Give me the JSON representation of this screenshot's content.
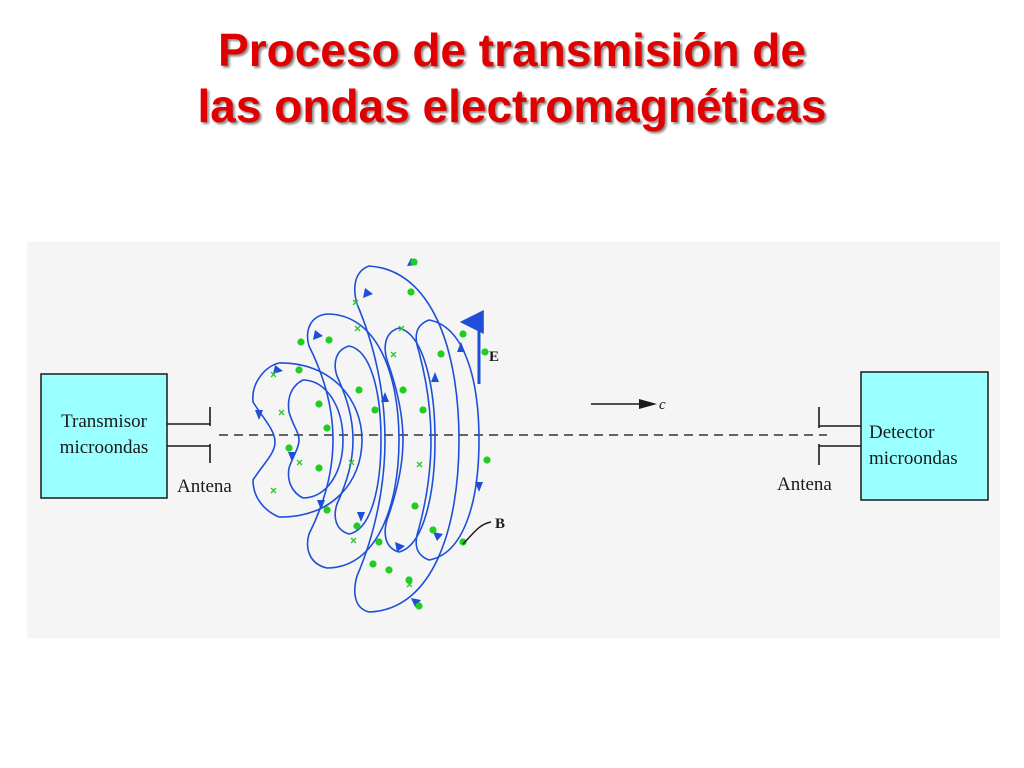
{
  "title": {
    "line1": "Proceso de transmisión de",
    "line2": "las ondas electromagnéticas"
  },
  "diagram": {
    "transmitter": {
      "line1": "Transmisor",
      "line2": "microondas"
    },
    "detector": {
      "line1": "Detector",
      "line2": "microondas"
    },
    "antenna_left": "Antena",
    "antenna_right": "Antena",
    "e_field_label": "E",
    "b_field_label": "B",
    "speed_label": "c",
    "colors": {
      "box_fill": "#99ffff",
      "field_lines": "#1f4fd8",
      "dots": "#22cc22",
      "title": "#e00000"
    }
  }
}
